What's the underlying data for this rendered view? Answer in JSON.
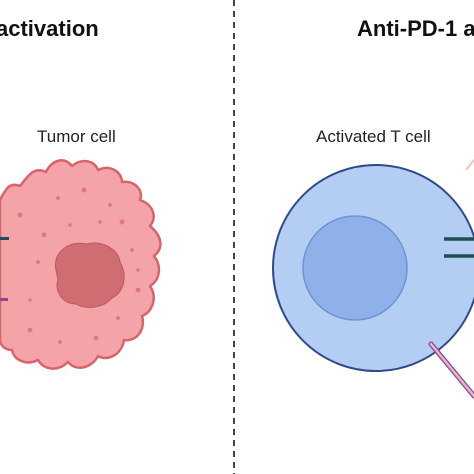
{
  "panels": {
    "left": {
      "heading": "activation",
      "cell_label": "Tumor cell"
    },
    "right": {
      "heading": "Anti-PD-1 a",
      "cell_label": "Activated T cell"
    }
  },
  "colors": {
    "tumor_fill": "#f4a4a8",
    "tumor_outline": "#d9636a",
    "tumor_nucleus": "#cf6d72",
    "tumor_spots": "#e07880",
    "tcell_outer": "#b4cdf3",
    "tcell_outline": "#2f4b8a",
    "tcell_nucleus": "#8fb1ea",
    "receptor_dark": "#1f4e57",
    "receptor_purple": "#8a4b86",
    "antibody_pink": "#e6b3d6",
    "divider": "#444444"
  }
}
